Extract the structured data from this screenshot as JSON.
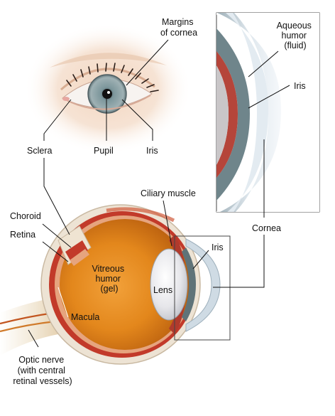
{
  "labels": {
    "margins_of_cornea": [
      "Margins",
      "of cornea"
    ],
    "aqueous_humor": [
      "Aqueous",
      "humor",
      "(fluid)"
    ],
    "iris_inset": "Iris",
    "sclera": "Sclera",
    "pupil": "Pupil",
    "iris_face": "Iris",
    "ciliary_muscle": "Ciliary muscle",
    "choroid": "Choroid",
    "retina": "Retina",
    "cornea": "Cornea",
    "iris_cross": "Iris",
    "vitreous_humor": [
      "Vitreous",
      "humor",
      "(gel)"
    ],
    "lens": "Lens",
    "macula": "Macula",
    "optic_nerve": [
      "Optic nerve",
      "(with central",
      "retinal vessels)"
    ]
  },
  "colors": {
    "skin": "#f1d9c4",
    "iris": "#7f979b",
    "sclera_tissue": "#ede3d4",
    "choroid": "#c23a2a",
    "retina": "#e4a37e",
    "vitreous": "#e08a1c",
    "lens": "#e7e7ea",
    "cornea": "#cfd9e2"
  }
}
